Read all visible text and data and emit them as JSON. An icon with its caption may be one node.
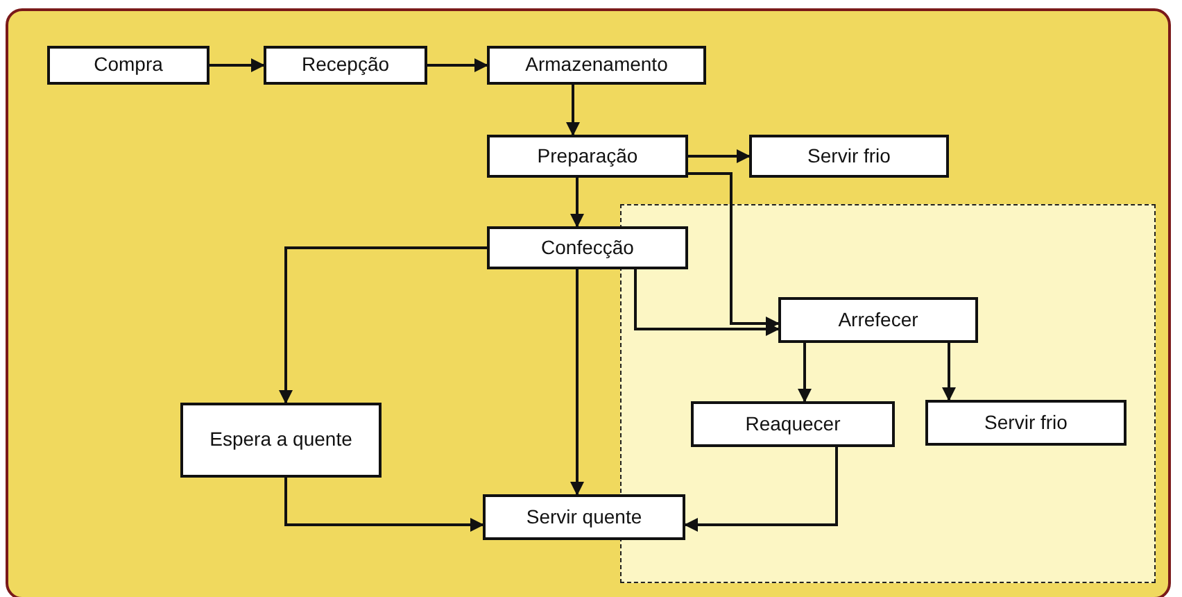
{
  "diagram": {
    "nodes": [
      {
        "text": [
          "Compra"
        ]
      },
      {
        "text": [
          "Recepção"
        ]
      },
      {
        "text": [
          "Armazenamento"
        ]
      },
      {
        "text": [
          "Preparação"
        ]
      },
      {
        "text": [
          "Servir frio"
        ]
      },
      {
        "text": [
          "Confecção"
        ]
      },
      {
        "text": [
          "Arrefecer"
        ]
      },
      {
        "text": [
          "Espera a quente"
        ]
      },
      {
        "text": [
          "Reaquecer"
        ]
      },
      {
        "text": [
          "Servir frio"
        ]
      },
      {
        "text": [
          "Servir quente"
        ]
      }
    ],
    "edges": [
      {
        "from": 0,
        "to": 1,
        "arrow": "to"
      },
      {
        "from": 1,
        "to": 2,
        "arrow": "to"
      },
      {
        "from": 2,
        "to": 3,
        "arrow": "to"
      },
      {
        "from": 3,
        "to": 4,
        "arrow": "to"
      },
      {
        "from": 3,
        "to": 5,
        "arrow": "to"
      },
      {
        "from": 3,
        "to": 6,
        "arrow": "to"
      },
      {
        "from": 5,
        "to": 7,
        "arrow": "to"
      },
      {
        "from": 5,
        "to": 10,
        "arrow": "to"
      },
      {
        "from": 5,
        "to": 6,
        "arrow": "to"
      },
      {
        "from": 6,
        "to": 8,
        "arrow": "to"
      },
      {
        "from": 6,
        "to": 9,
        "arrow": "to"
      },
      {
        "from": 7,
        "to": 10,
        "arrow": "to"
      },
      {
        "from": 8,
        "to": 10,
        "arrow": "to"
      }
    ]
  }
}
